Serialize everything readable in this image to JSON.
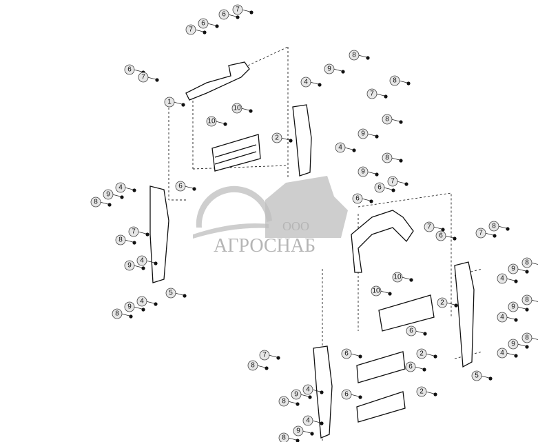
{
  "diagram": {
    "callouts": [
      "6",
      "7",
      "7",
      "6",
      "6",
      "7",
      "1",
      "10",
      "10",
      "2",
      "8",
      "9",
      "8",
      "4",
      "7",
      "8",
      "9",
      "4",
      "8",
      "9",
      "4",
      "9",
      "8",
      "7",
      "8",
      "9",
      "4",
      "5",
      "8",
      "9",
      "4",
      "6",
      "6",
      "6",
      "7",
      "7",
      "6",
      "10",
      "10",
      "2",
      "7",
      "8",
      "8",
      "9",
      "4",
      "8",
      "9",
      "4",
      "8",
      "9",
      "4",
      "5",
      "6",
      "6",
      "2",
      "6",
      "6",
      "2",
      "7",
      "8",
      "9",
      "4",
      "8",
      "8",
      "9",
      "4"
    ]
  },
  "watermark": {
    "prefix": "ООО",
    "brand": "АГРОСНАБ"
  }
}
